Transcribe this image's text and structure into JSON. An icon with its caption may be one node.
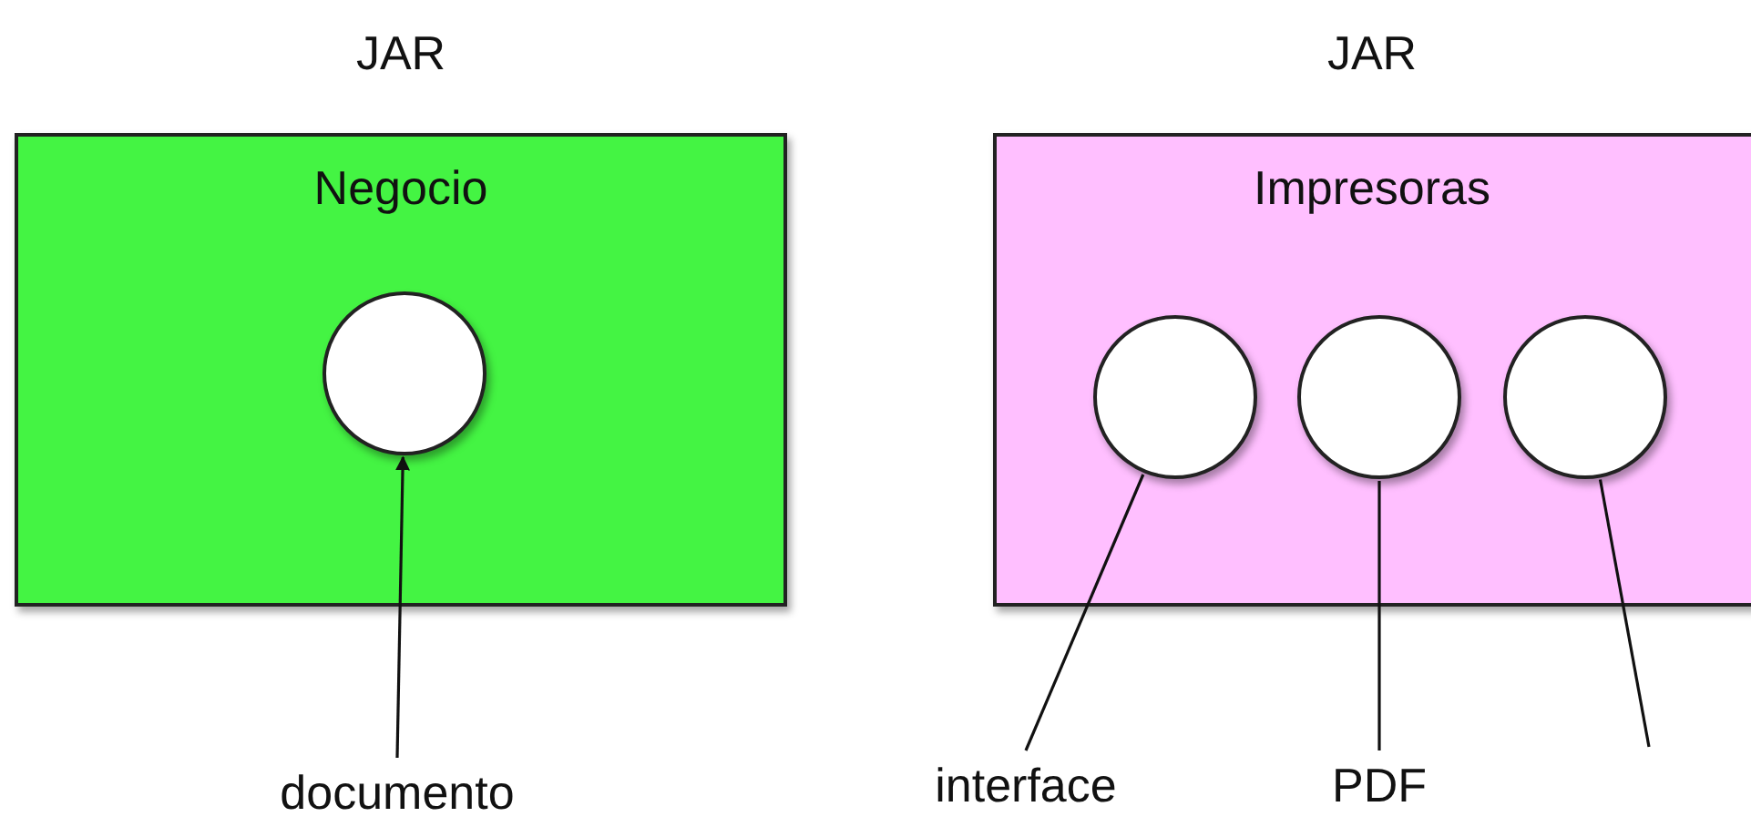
{
  "diagram": {
    "nodes": [
      {
        "text": [
          "JAR",
          "Negocio"
        ]
      },
      {
        "text": [],
        "shape": "circle",
        "in": 0
      },
      {
        "text": [
          "documento"
        ]
      },
      {
        "text": [
          "JAR",
          "Impresoras"
        ]
      },
      {
        "text": [],
        "shape": "circle",
        "in": 3
      },
      {
        "text": [],
        "shape": "circle",
        "in": 3
      },
      {
        "text": [],
        "shape": "circle",
        "in": 3
      },
      {
        "text": [
          "interface"
        ]
      },
      {
        "text": [
          "PDF"
        ]
      }
    ],
    "edges": [
      {
        "from": 2,
        "to": 1,
        "arrow": "to"
      },
      {
        "from": 7,
        "to": 4,
        "arrow": "none"
      },
      {
        "from": 8,
        "to": 5,
        "arrow": "none"
      },
      {
        "from": null,
        "to": 6,
        "arrow": "none"
      }
    ]
  }
}
